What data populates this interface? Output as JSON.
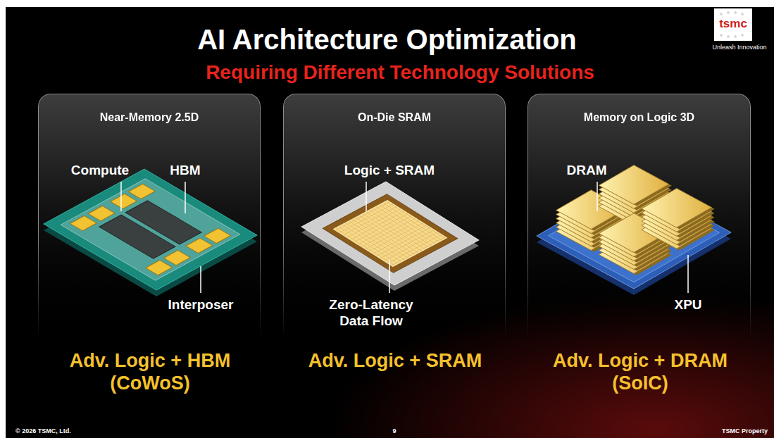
{
  "diagram": {
    "title": "AI Architecture Optimization",
    "nodes": [
      {
        "text": [
          "Near-Memory 2.5D"
        ]
      },
      {
        "text": [
          "On-Die SRAM"
        ]
      },
      {
        "text": [
          "Memory on Logic 3D"
        ]
      }
    ],
    "labels": [
      "Requiring Different Technology Solutions",
      "tsmc",
      "Unleash Innovation",
      "Compute",
      "HBM",
      "Interposer",
      "Logic + SRAM",
      "Zero-Latency Data Flow",
      "DRAM",
      "XPU",
      "Adv. Logic + HBM (CoWoS)",
      "Adv. Logic + SRAM",
      "Adv. Logic + DRAM (SoIC)",
      "© 2026 TSMC, Ltd.",
      "9",
      "TSMC Property"
    ]
  }
}
